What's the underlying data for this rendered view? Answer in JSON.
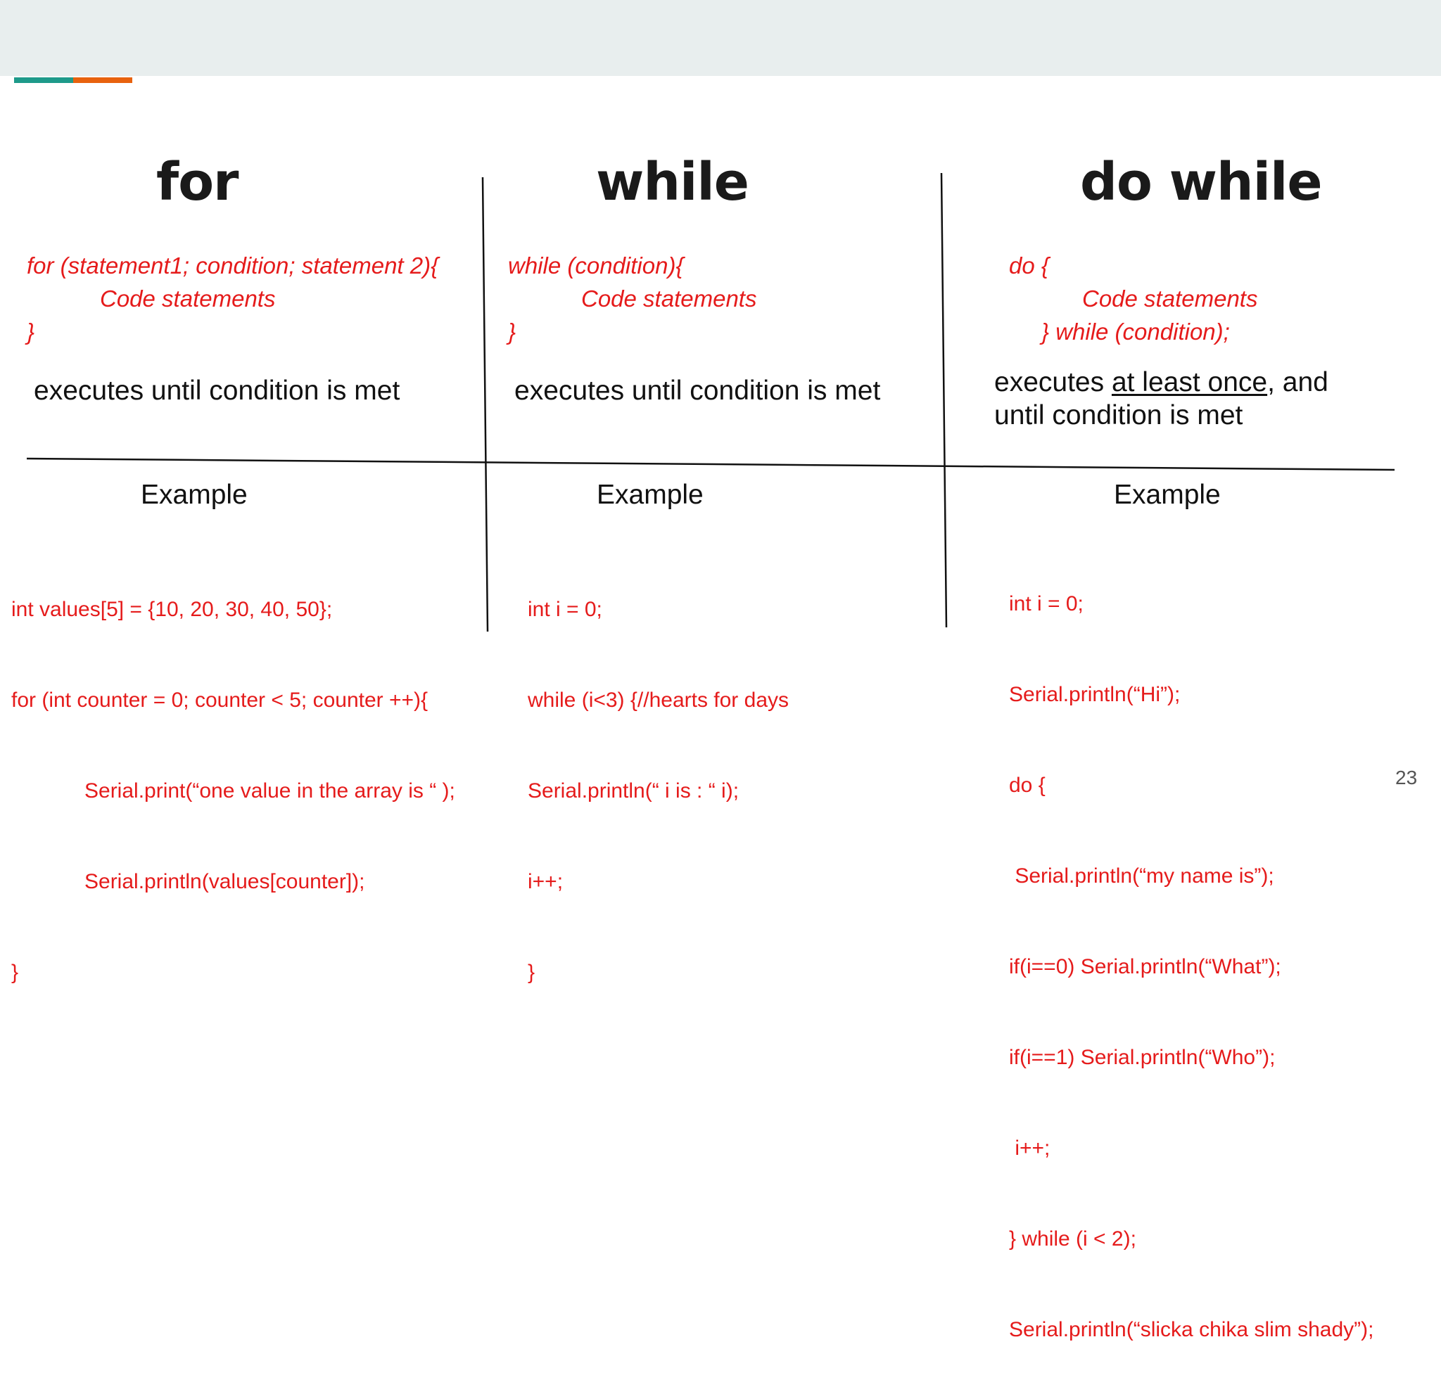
{
  "slide": {
    "page_number": "23",
    "colors": {
      "accent_teal": "#1e9a8a",
      "accent_orange": "#e8620e",
      "code_red": "#e51b1b",
      "header_bg": "#e8eeee"
    },
    "columns": [
      {
        "heading": "for",
        "syntax": [
          "for (statement1; condition; statement 2){",
          "Code statements",
          "}"
        ],
        "description": "executes until condition is met",
        "example_label": "Example",
        "code": [
          "int values[5] = {10, 20, 30, 40, 50};",
          "for (int counter = 0; counter < 5; counter ++){",
          "Serial.print(“one value in the array is “ );",
          "Serial.println(values[counter]);",
          "}"
        ]
      },
      {
        "heading": "while",
        "syntax": [
          "while (condition){",
          "Code statements",
          "}"
        ],
        "description": "executes until condition is met",
        "example_label": "Example",
        "code": [
          "int i = 0;",
          "while (i<3) {//hearts for days",
          "Serial.println(“ i is : “ i);",
          "i++;",
          "}"
        ]
      },
      {
        "heading": "do while",
        "syntax": [
          "do {",
          "Code statements",
          "} while (condition);"
        ],
        "description_prefix": "executes ",
        "description_emphasis": "at least once",
        "description_suffix": ", and",
        "description_line2": "until condition is met",
        "example_label": "Example",
        "code": [
          "int i = 0;",
          "Serial.println(“Hi”);",
          "do {",
          " Serial.println(“my name is”);",
          "if(i==0) Serial.println(“What”);",
          "if(i==1) Serial.println(“Who”);",
          " i++;",
          "} while (i < 2);",
          "Serial.println(“slicka chika slim shady”);"
        ]
      }
    ]
  }
}
